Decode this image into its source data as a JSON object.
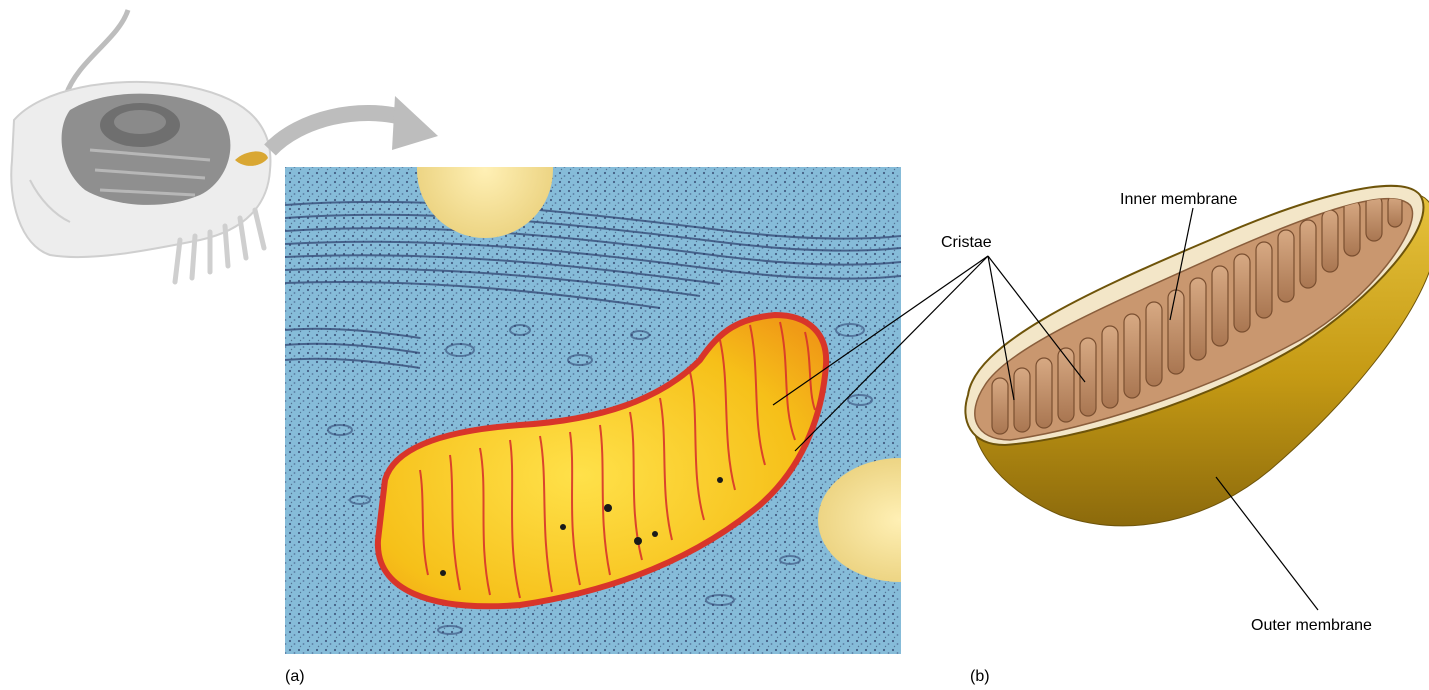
{
  "panels": {
    "a": {
      "letter": "(a)"
    },
    "b": {
      "letter": "(b)"
    }
  },
  "labels": {
    "cristae": "Cristae",
    "inner_membrane": "Inner membrane",
    "outer_membrane": "Outer membrane"
  },
  "colors": {
    "micrograph_background": "#7fb6d6",
    "mito_yellow": "#f7c21a",
    "mito_red": "#d8352a",
    "outer_membrane": "#c9a01a",
    "inner_membrane": "#f3e6c8",
    "cristae": "#b98863",
    "cell_gray": "#9a9a9a",
    "arrow_gray": "#bdbdbd"
  },
  "icons": [
    "cell-illustration",
    "curved-arrow-icon"
  ]
}
